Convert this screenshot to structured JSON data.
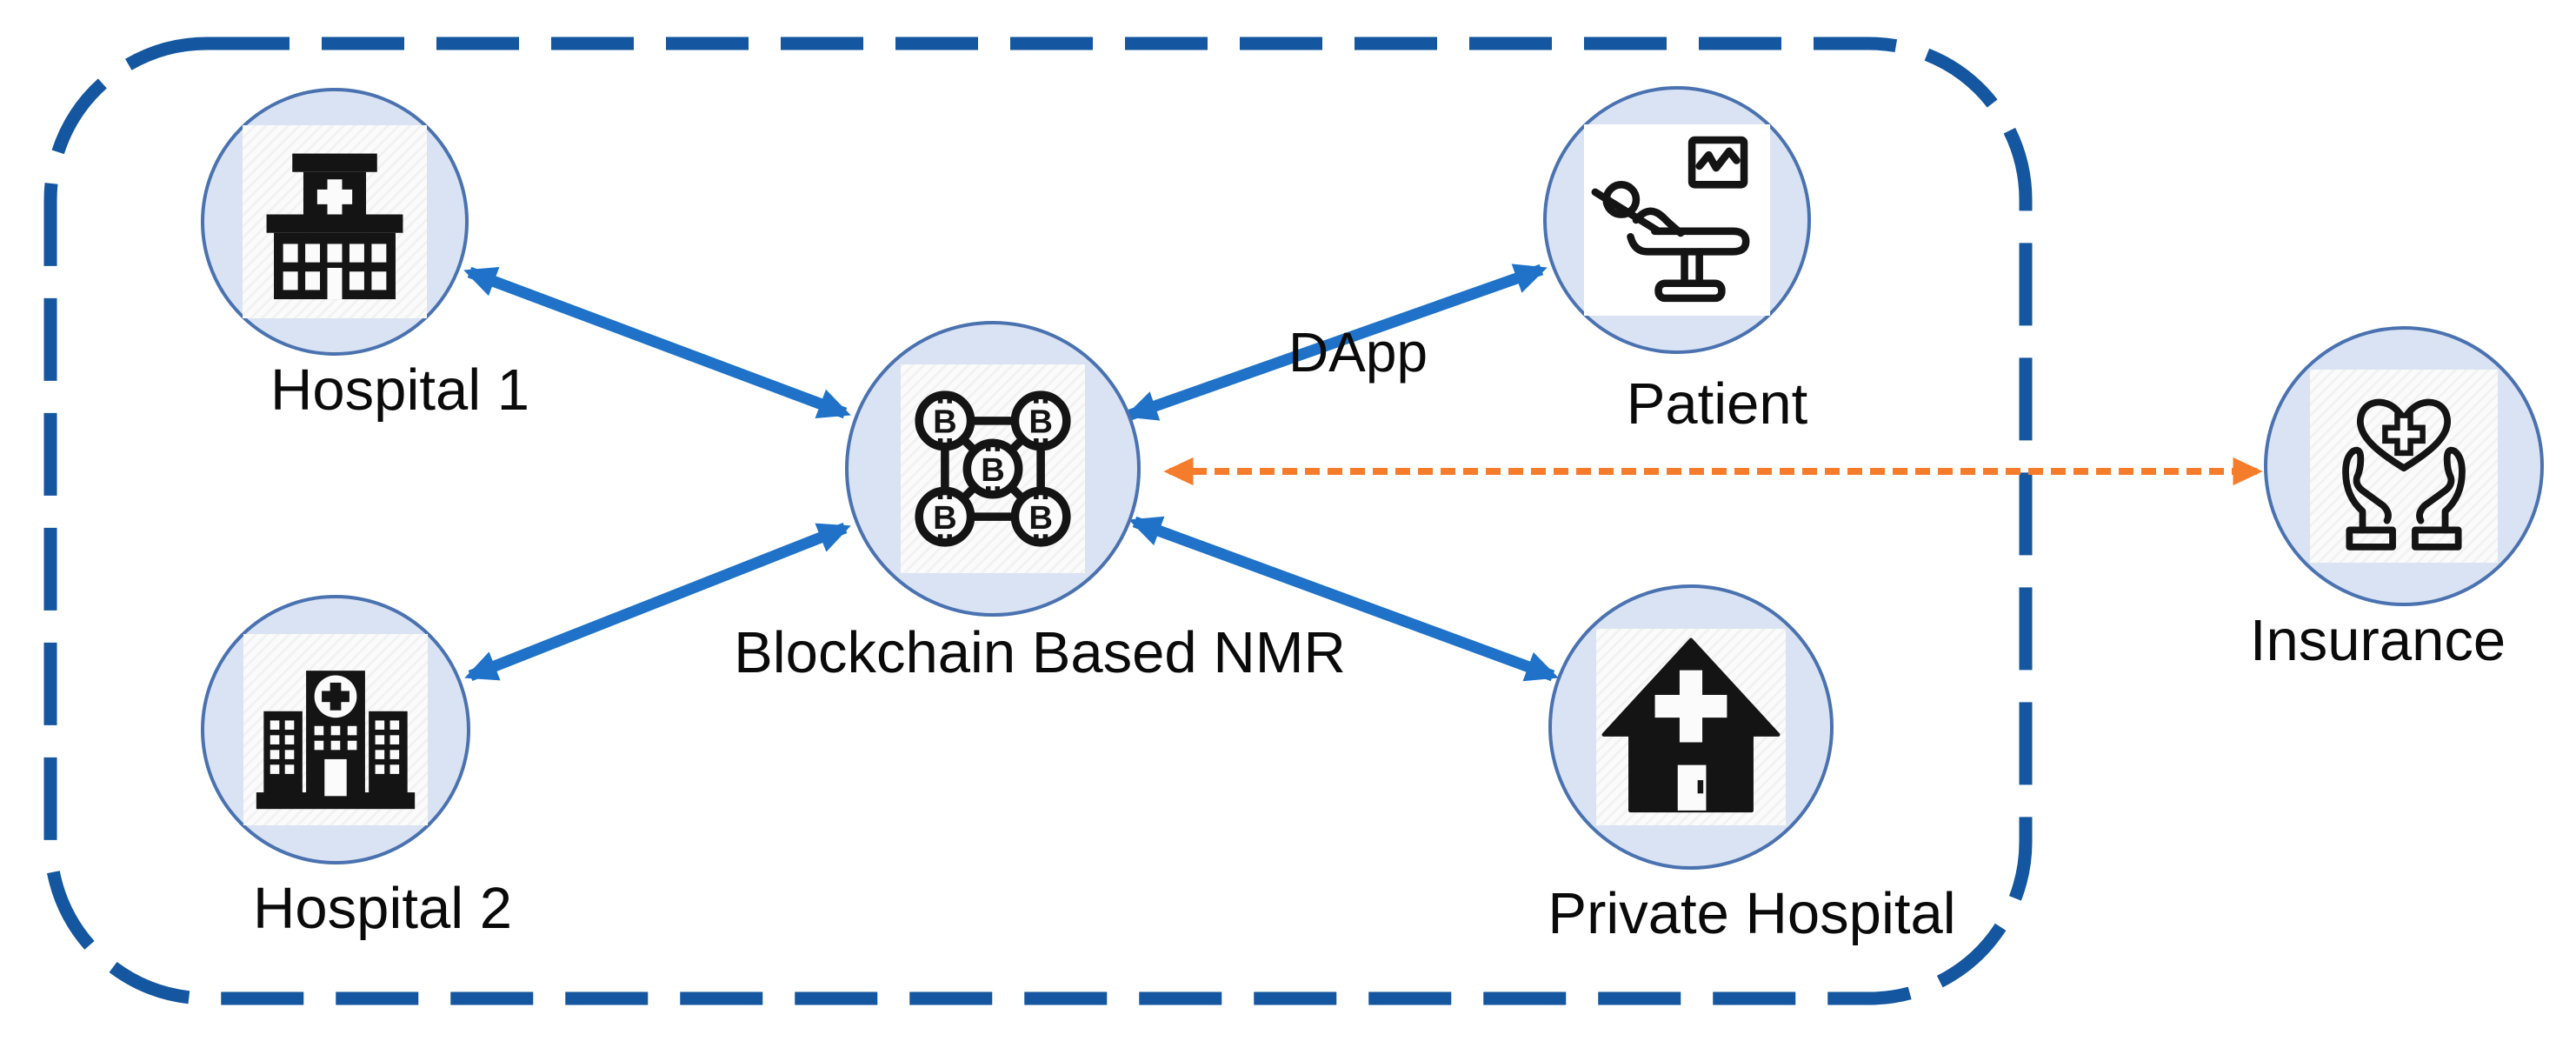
{
  "diagram": {
    "title_none_visible": "",
    "boundary": {
      "type": "dashed-rounded-rectangle",
      "color": "#14569f",
      "contains": [
        "hospital1",
        "hospital2",
        "blockchain",
        "patient",
        "private_hospital"
      ],
      "excludes": [
        "insurance"
      ]
    },
    "nodes": {
      "hospital1": {
        "label": "Hospital 1",
        "icon": "hospital-building-icon"
      },
      "hospital2": {
        "label": "Hospital 2",
        "icon": "hospital-complex-icon"
      },
      "blockchain": {
        "label": "Blockchain Based NMR",
        "icon": "blockchain-network-icon"
      },
      "patient": {
        "label": "Patient",
        "icon": "patient-bed-icon"
      },
      "private_hospital": {
        "label": "Private Hospital",
        "icon": "medical-house-icon"
      },
      "insurance": {
        "label": "Insurance",
        "icon": "hands-heart-icon"
      }
    },
    "edges": [
      {
        "from": "hospital1",
        "to": "blockchain",
        "style": "solid",
        "color": "#1f72c8",
        "bidirectional": true,
        "label": ""
      },
      {
        "from": "hospital2",
        "to": "blockchain",
        "style": "solid",
        "color": "#1f72c8",
        "bidirectional": true,
        "label": ""
      },
      {
        "from": "blockchain",
        "to": "patient",
        "style": "solid",
        "color": "#1f72c8",
        "bidirectional": true,
        "label": "DApp"
      },
      {
        "from": "blockchain",
        "to": "private_hospital",
        "style": "solid",
        "color": "#1f72c8",
        "bidirectional": true,
        "label": ""
      },
      {
        "from": "blockchain",
        "to": "insurance",
        "style": "dashed",
        "color": "#f57c2b",
        "bidirectional": true,
        "label": ""
      }
    ],
    "colors": {
      "arrow_blue": "#1f72c8",
      "arrow_orange": "#f57c2b",
      "boundary_blue": "#14569f",
      "node_fill": "#dae3f3",
      "node_stroke": "#4a72b0",
      "icon_color": "#141414",
      "label_text": "#0a0a0a",
      "background": "#ffffff"
    }
  }
}
